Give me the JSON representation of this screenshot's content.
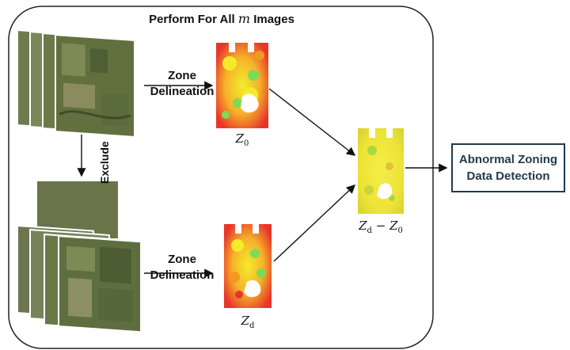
{
  "title": {
    "prefix": "Perform For All ",
    "var": "m",
    "suffix": " Images"
  },
  "exclude_label": "Exclude",
  "zone_top": {
    "line1": "Zone",
    "line2": "Delineation"
  },
  "zone_bottom": {
    "line1": "Zone",
    "line2": "Delineation"
  },
  "maps": {
    "z0": {
      "base": "Z",
      "sub": "0"
    },
    "zd": {
      "base": "Z",
      "sub": "d"
    },
    "diff": {
      "a": "Z",
      "a_sub": "d",
      "op": " − ",
      "b": "Z",
      "b_sub": "0"
    }
  },
  "result": {
    "line1": "Abnormal Zoning",
    "line2": "Data Detection"
  },
  "colors": {
    "frame": "#222222",
    "result_border": "#1f3a4d",
    "heat_red": "#e8352a",
    "heat_orange": "#f39a1e",
    "heat_yellow": "#f4ec2a",
    "heat_green": "#7ed957",
    "field_green": "#5f7a45"
  }
}
